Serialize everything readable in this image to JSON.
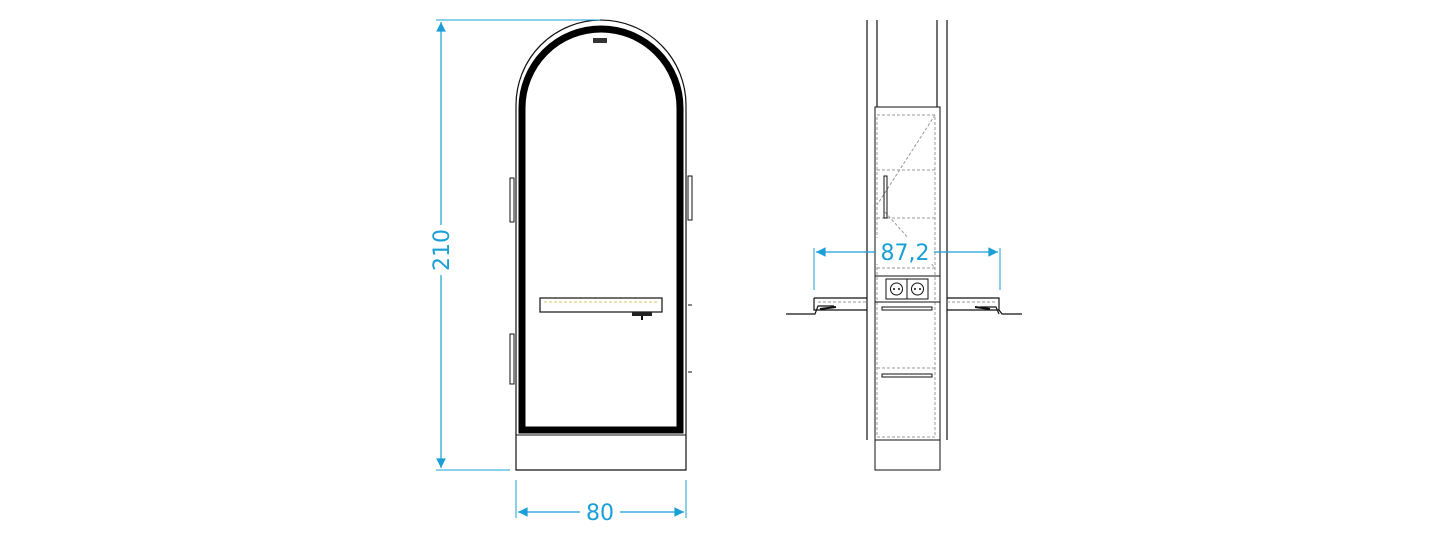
{
  "drawing": {
    "front_view": {
      "height_dimension": "210",
      "width_dimension": "80"
    },
    "side_view": {
      "width_dimension": "87,2"
    }
  },
  "colors": {
    "dimension": "#1a9fd6",
    "line": "#111111",
    "hidden": "#999999"
  }
}
